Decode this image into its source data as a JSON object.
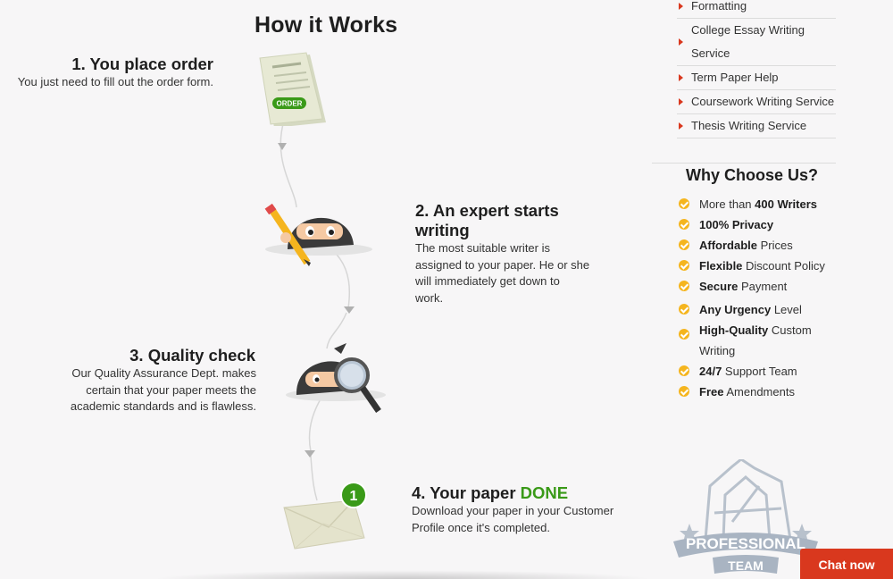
{
  "main": {
    "title": "How it Works",
    "steps": [
      {
        "title": "1. You place order",
        "text": "You just need to fill out the order form."
      },
      {
        "title_line1": "2. An expert starts",
        "title_line2": "writing",
        "text_lines": [
          "The most suitable writer is",
          "assigned to your paper. He or she",
          "will immediately get down to",
          "work."
        ]
      },
      {
        "title": "3. Quality check",
        "text_lines": [
          "Our Quality Assurance Dept. makes",
          "certain that your paper meets the",
          "academic standards and is flawless."
        ]
      },
      {
        "title_prefix": "4. Your paper ",
        "title_highlight": "DONE",
        "text_lines": [
          "Download your paper in your Customer",
          "Profile once it's completed."
        ]
      }
    ],
    "order_badge": "ORDER",
    "envelope_badge": "1"
  },
  "sidebar": {
    "links": [
      {
        "label": "Formatting"
      },
      {
        "label_line1": "College Essay Writing",
        "label_line2": "Service"
      },
      {
        "label": "Term Paper Help"
      },
      {
        "label": "Coursework Writing Service"
      },
      {
        "label": "Thesis Writing Service"
      }
    ],
    "why_title": "Why Choose Us?",
    "why_items": [
      {
        "pre": "More than ",
        "bold": "400 Writers",
        "post": ""
      },
      {
        "pre": "",
        "bold": "100% Privacy",
        "post": ""
      },
      {
        "pre": "",
        "bold": "Affordable",
        "post": " Prices"
      },
      {
        "pre": "",
        "bold": "Flexible",
        "post": " Discount Policy"
      },
      {
        "pre": "",
        "bold": "Secure",
        "post": " Payment"
      },
      {
        "pre": "",
        "bold": "Any Urgency",
        "post": " Level"
      },
      {
        "pre": "",
        "bold": "High-Quality",
        "post": " Custom",
        "line2": "Writing"
      },
      {
        "pre": "",
        "bold": "24/7",
        "post": " Support Team"
      },
      {
        "pre": "",
        "bold": "Free",
        "post": " Amendments"
      }
    ],
    "badge_line1": "PROFESSIONAL",
    "badge_line2": "TEAM"
  },
  "chat": {
    "label": "Chat now"
  },
  "colors": {
    "accent": "#d9381e",
    "check": "#f5b51e",
    "done_green": "#3a9a18"
  },
  "icons": [
    "order-form-icon",
    "ninja-writer-icon",
    "ninja-magnifier-icon",
    "envelope-icon",
    "professional-team-badge-icon",
    "check-icon",
    "arrow-right-icon"
  ]
}
